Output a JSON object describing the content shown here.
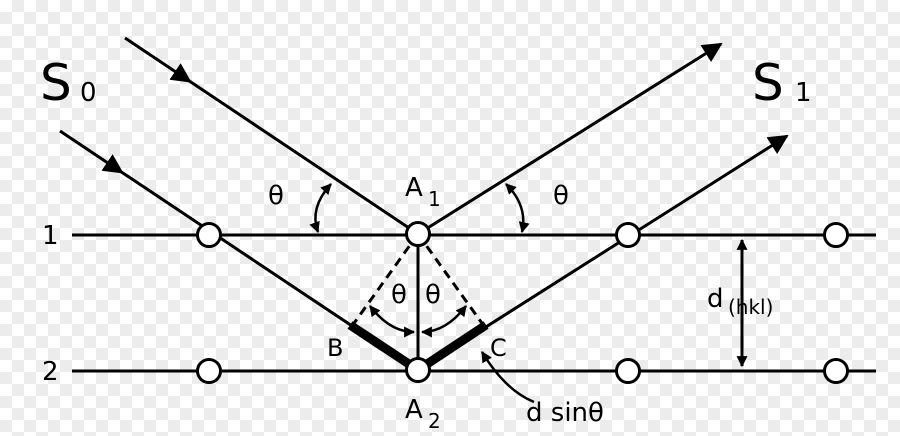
{
  "labels": {
    "s0_main": "S",
    "s0_sub": "0",
    "s1_main": "S",
    "s1_sub": "1",
    "plane1": "1",
    "plane2": "2",
    "theta": "θ",
    "a1_main": "A",
    "a1_sub": "1",
    "a2_main": "A",
    "a2_sub": "2",
    "b": "B",
    "c": "C",
    "d_main": "d",
    "d_sub": "(hkl)",
    "path_diff": "d sinθ"
  },
  "colors": {
    "ink": "#000000",
    "atom_fill": "#ffffff",
    "background_check": "#ececec"
  }
}
